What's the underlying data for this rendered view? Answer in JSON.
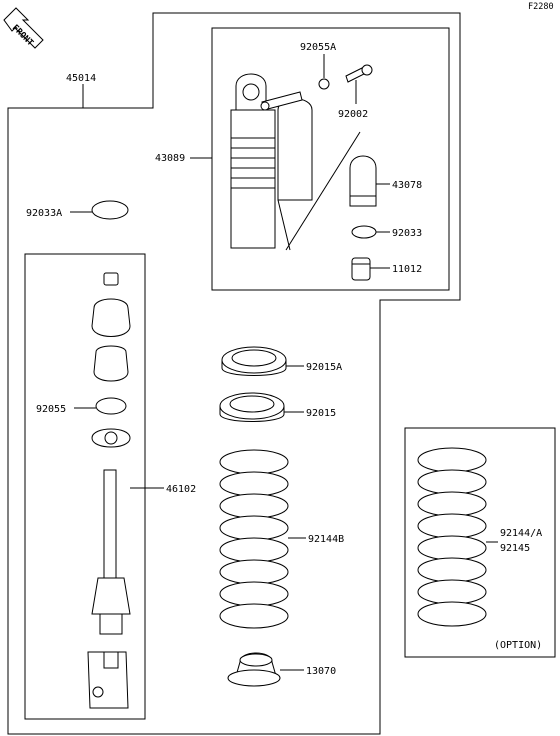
{
  "figure_code": "F2280",
  "front_label": "FRONT",
  "parts": {
    "p45014": "45014",
    "p92055A": "92055A",
    "p92002": "92002",
    "p43089": "43089",
    "p43078": "43078",
    "p92033A": "92033A",
    "p92033": "92033",
    "p11012": "11012",
    "p92015A": "92015A",
    "p92055": "92055",
    "p92015": "92015",
    "p46102": "46102",
    "p92144B": "92144B",
    "p92144A": "92144/A",
    "p92145": "92145",
    "option": "(OPTION)",
    "p13070": "13070"
  }
}
